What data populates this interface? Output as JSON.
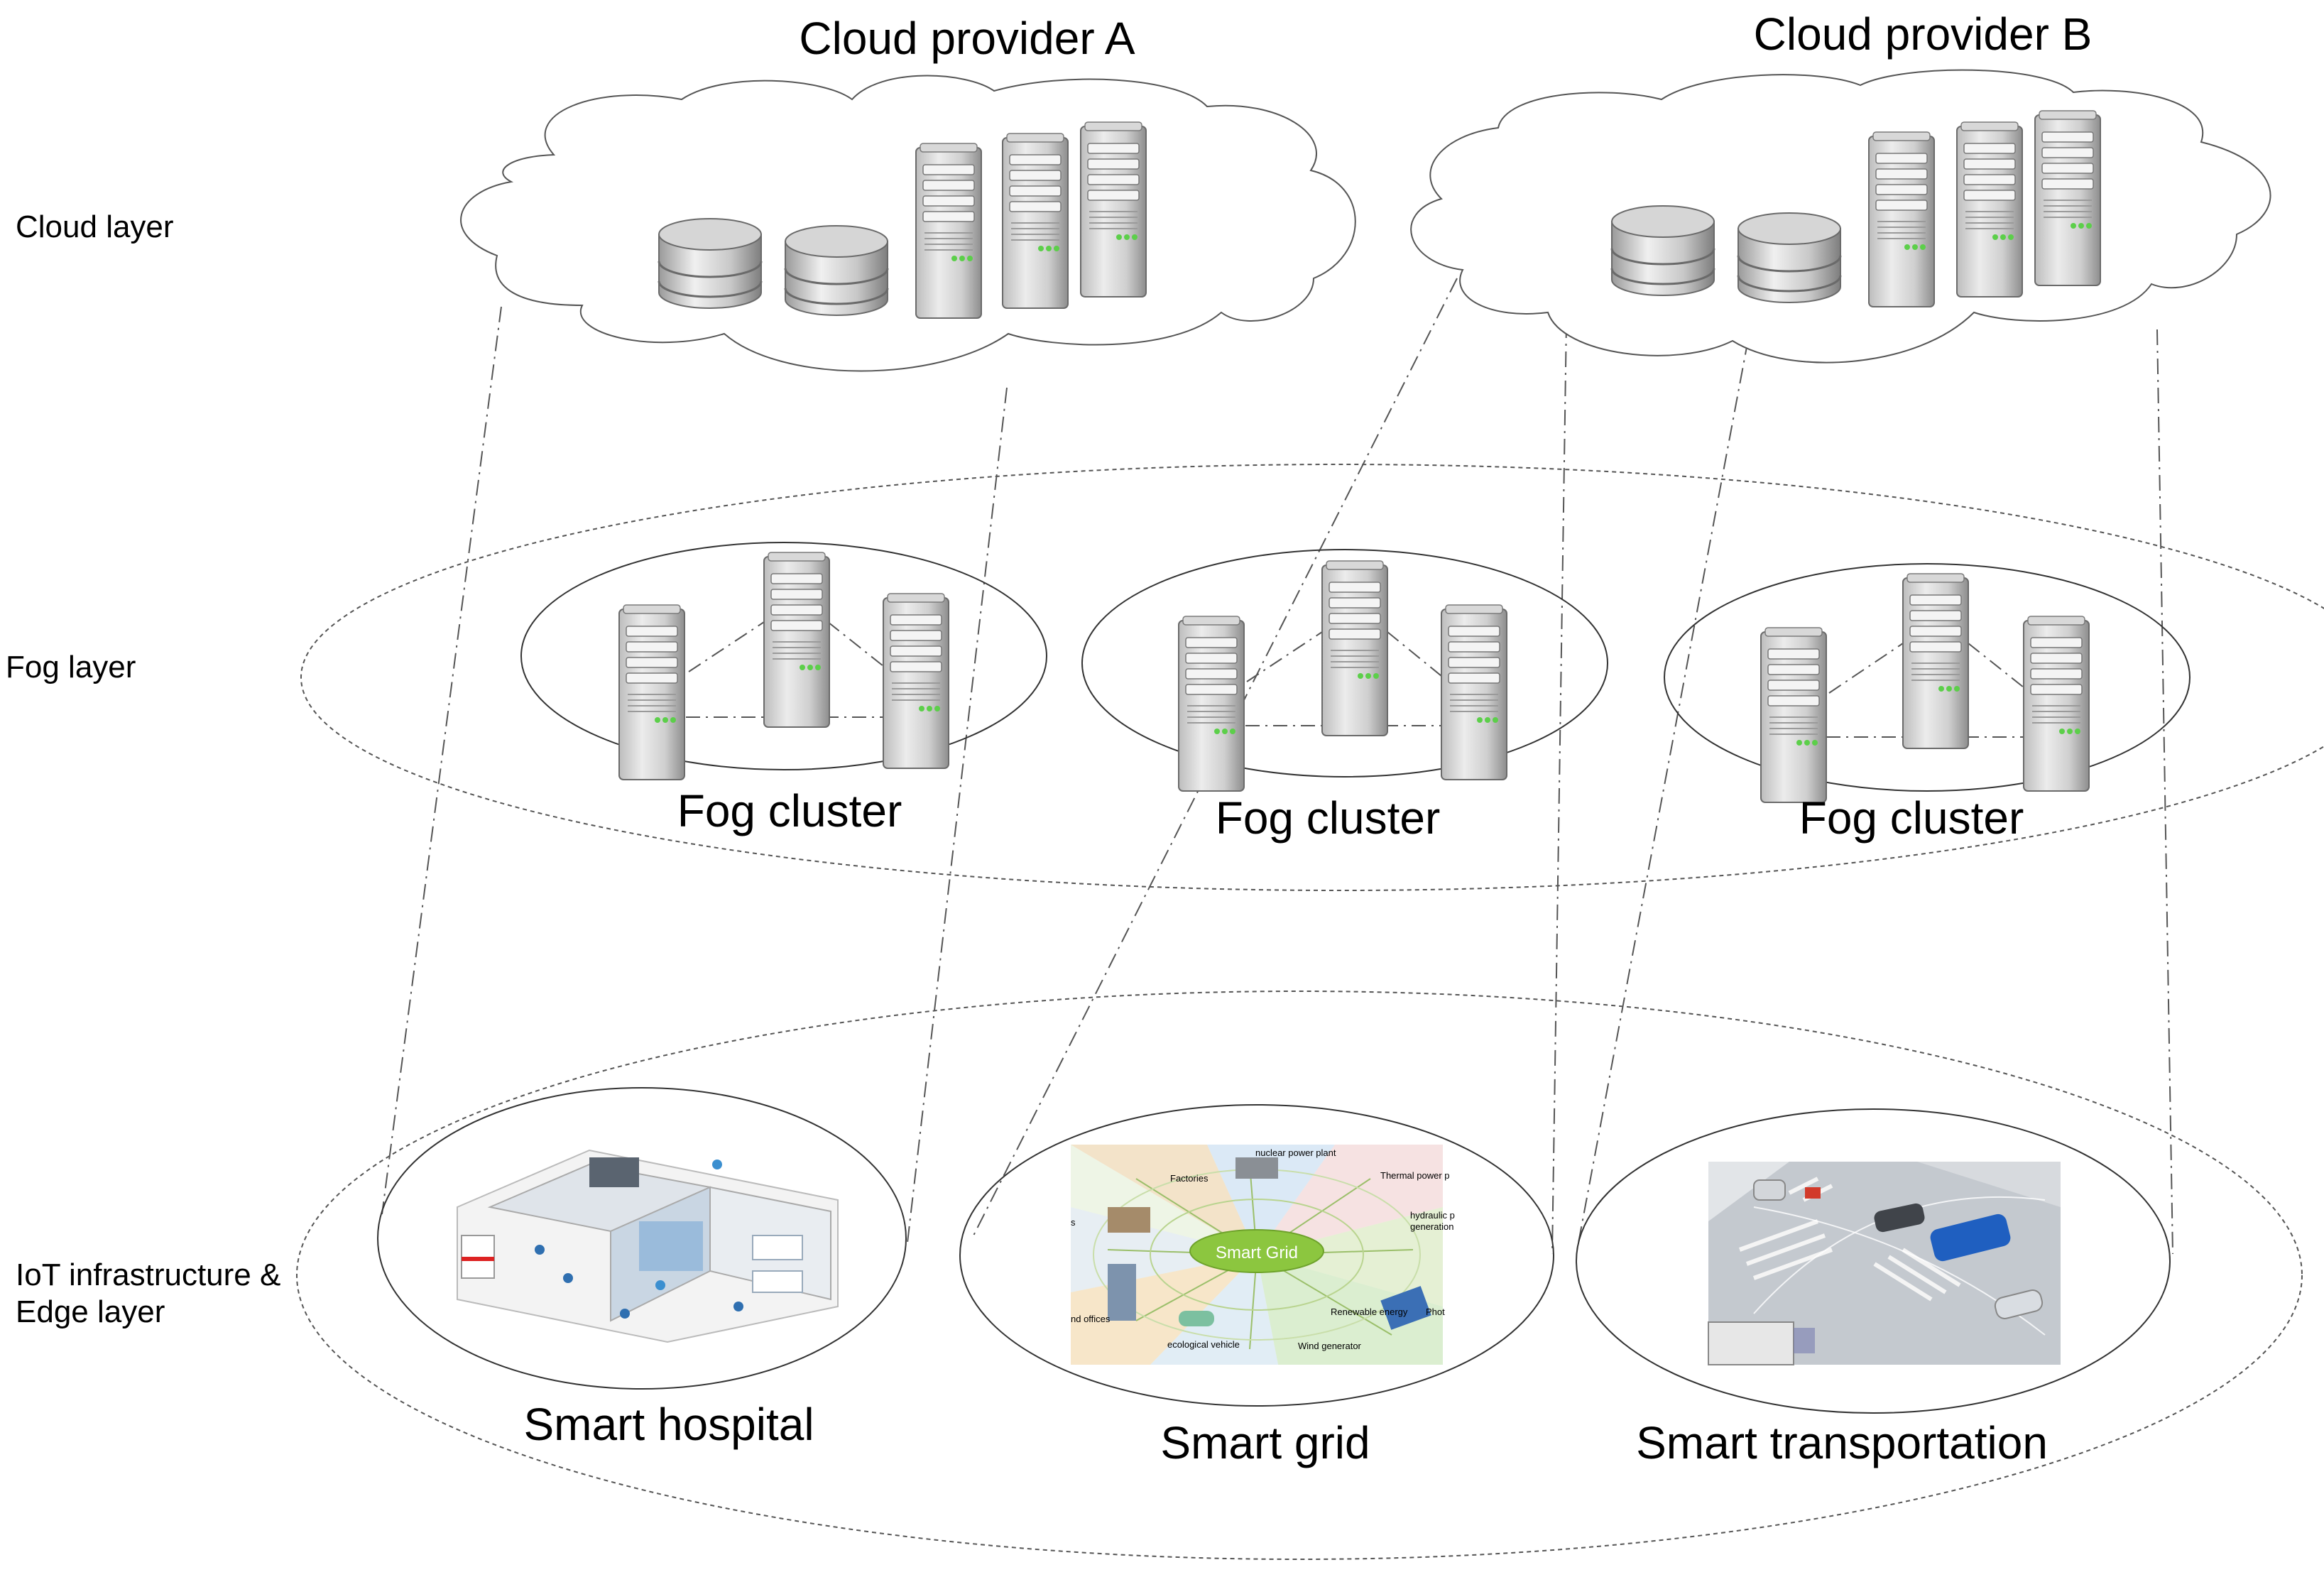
{
  "layers": {
    "cloud": "Cloud layer",
    "fog": "Fog layer",
    "iot_line1": "IoT infrastructure &",
    "iot_line2": "Edge layer"
  },
  "clouds": [
    {
      "label": "Cloud provider A"
    },
    {
      "label": "Cloud provider B"
    }
  ],
  "fog_clusters": [
    {
      "label": "Fog cluster"
    },
    {
      "label": "Fog cluster"
    },
    {
      "label": "Fog cluster"
    }
  ],
  "iot_domains": [
    {
      "label": "Smart hospital"
    },
    {
      "label": "Smart grid"
    },
    {
      "label": "Smart transportation"
    }
  ],
  "smart_grid_image": {
    "center": "Smart Grid",
    "labels": [
      "Factories",
      "nuclear power plant",
      "Thermal power p",
      "hydraulic p",
      "generation",
      "Renewable energy",
      "Phot",
      "Wind generator",
      "ecological vehicle",
      "nd offices",
      "s"
    ]
  },
  "colors": {
    "line": "#555555",
    "server_light": "#e6e6e6",
    "server_dark": "#8a8a8a",
    "led": "#5ccf4a",
    "grid_green": "#8cc63f"
  }
}
